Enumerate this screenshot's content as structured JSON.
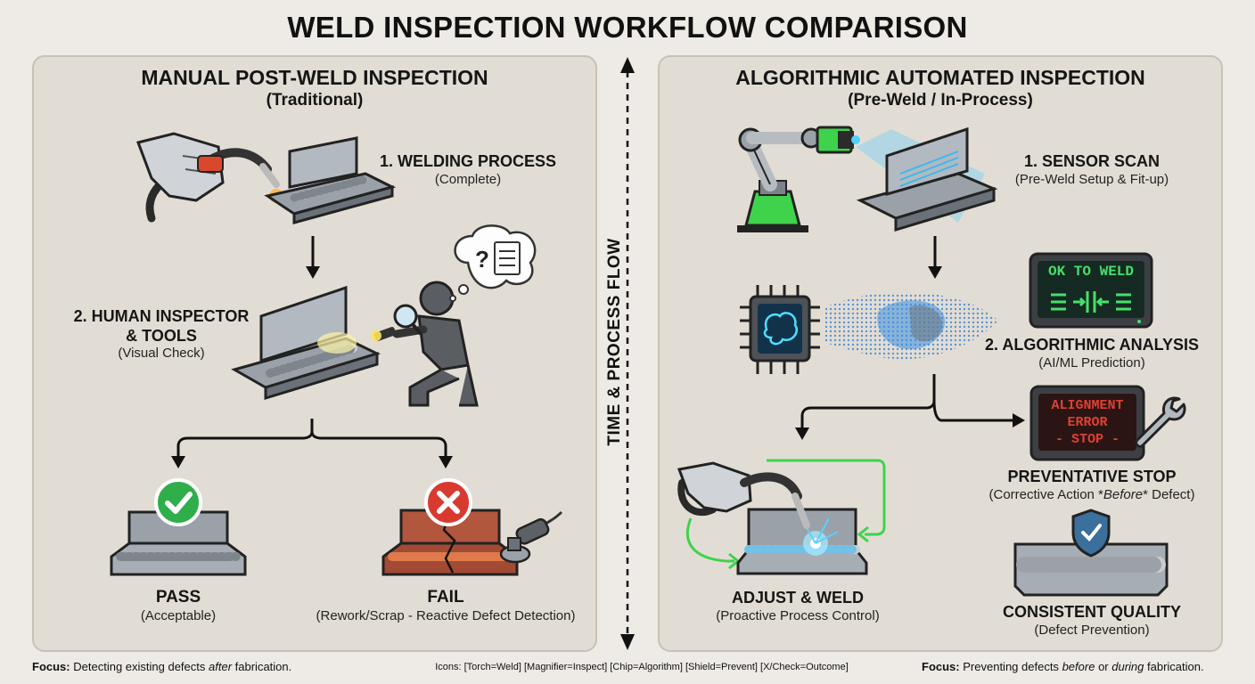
{
  "title": "WELD INSPECTION WORKFLOW COMPARISON",
  "center_axis_label": "TIME & PROCESS FLOW",
  "left_panel": {
    "title": "MANUAL POST-WELD INSPECTION",
    "subtitle": "(Traditional)",
    "step1": {
      "title": "1. WELDING PROCESS",
      "sub": "(Complete)"
    },
    "step2": {
      "title_line1": "2. HUMAN INSPECTOR",
      "title_line2": "& TOOLS",
      "sub": "(Visual Check)"
    },
    "pass": {
      "title": "PASS",
      "sub": "(Acceptable)"
    },
    "fail": {
      "title": "FAIL",
      "sub": "(Rework/Scrap - Reactive Defect Detection)"
    }
  },
  "right_panel": {
    "title": "ALGORITHMIC AUTOMATED INSPECTION",
    "subtitle": "(Pre-Weld / In-Process)",
    "step1": {
      "title": "1. SENSOR SCAN",
      "sub": "(Pre-Weld Setup & Fit-up)"
    },
    "screen_ok": "OK TO WELD",
    "step2": {
      "title": "2. ALGORITHMIC ANALYSIS",
      "sub": "(AI/ML Prediction)"
    },
    "screen_error": {
      "line1": "ALIGNMENT",
      "line2": "ERROR",
      "line3": "- STOP -"
    },
    "preventative": {
      "title": "PREVENTATIVE STOP",
      "sub_before": "(Corrective Action *",
      "sub_em": "Before",
      "sub_after": "* Defect)"
    },
    "adjust": {
      "title": "ADJUST & WELD",
      "sub": "(Proactive Process Control)"
    },
    "quality": {
      "title": "CONSISTENT QUALITY",
      "sub": "(Defect Prevention)"
    }
  },
  "footer": {
    "left_label": "Focus:",
    "left_text_a": "Detecting existing defects",
    "left_text_em": "after",
    "left_text_b": "fabrication.",
    "icons_note": "Icons: [Torch=Weld] [Magnifier=Inspect] [Chip=Algorithm] [Shield=Prevent] [X/Check=Outcome]",
    "right_label": "Focus:",
    "right_text_a": "Preventing defects",
    "right_text_em1": "before",
    "right_text_mid": "or",
    "right_text_em2": "during",
    "right_text_b": "fabrication."
  },
  "colors": {
    "background": "#eeebe6",
    "panel": "#e2ddd4",
    "pass_green": "#2fae4a",
    "fail_red": "#d93a30",
    "sensor_green": "#3fd24c",
    "screen_green": "#46e06a",
    "screen_red": "#e04032"
  }
}
